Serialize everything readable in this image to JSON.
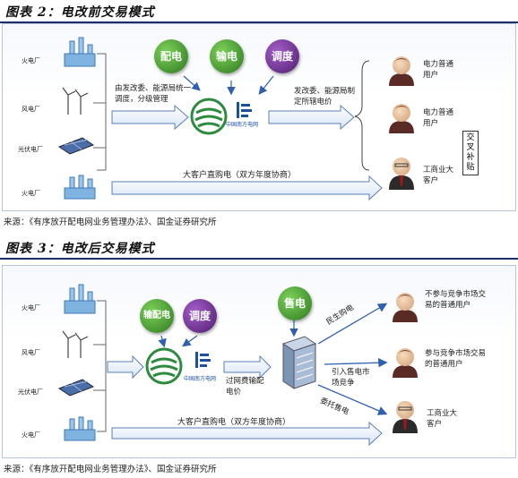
{
  "figure2": {
    "title": "图表 2：电改前交易模式",
    "source": "来源：《有序放开配电网业务管理办法》、国金证券研究所",
    "plants": [
      "火电厂",
      "风电厂",
      "光伏电厂",
      "火电厂"
    ],
    "circles": [
      "配电",
      "输电",
      "调度"
    ],
    "grid_logo": "中国南方电网",
    "left_note": "由发改委、能源局统一调度，分级管理",
    "right_note": "发改委、能源局制定所辖电价",
    "consumers": [
      "电力普通用户",
      "电力普通用户",
      "工商业大客户"
    ],
    "cross_subsidy": "交叉补贴",
    "bottom_arrow": "大客户直购电（双方年度协商）"
  },
  "figure3": {
    "title": "图表 3：电改后交易模式",
    "source": "来源：《有序放开配电网业务管理办法》、国金证券研究所",
    "plants": [
      "火电厂",
      "风电厂",
      "光伏电厂",
      "火电厂"
    ],
    "circles": [
      "输配电",
      "调度",
      "售电"
    ],
    "grid_logo": "中国南方电网",
    "grid_note": "过网费输配电价",
    "arrow_top": "民生购电",
    "arrow_mid": "引入售电市场竞争",
    "arrow_low": "委托售电",
    "consumers": [
      "不参与竞争市场交易的普通用户",
      "参与竞争市场交易的普通用户",
      "工商业大客户"
    ],
    "bottom_arrow": "大客户直购电（双方年度协商）"
  },
  "colors": {
    "green": "#3a8e2a",
    "purple": "#6a2f8c",
    "navy": "#1d2f6b",
    "arrow": "#2f5fae"
  }
}
